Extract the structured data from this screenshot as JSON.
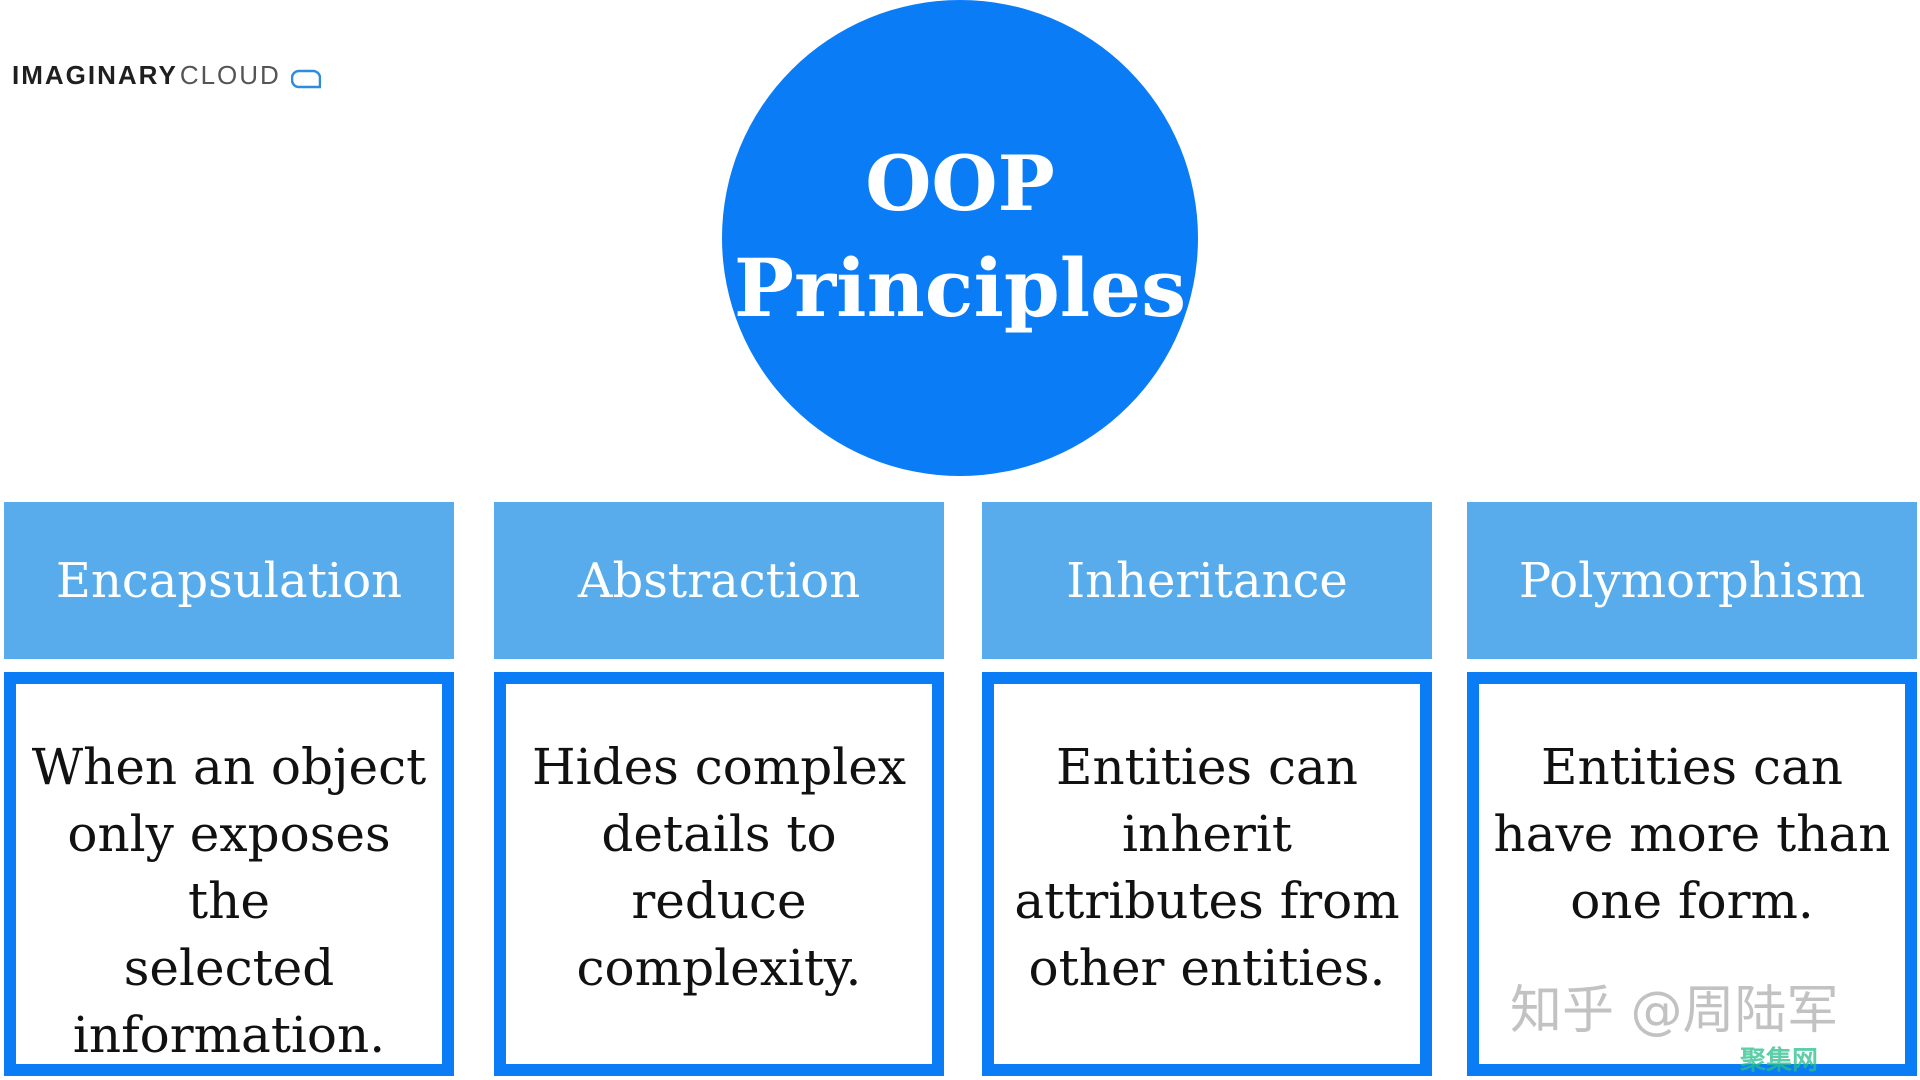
{
  "logo": {
    "brand_bold": "IMAGINARY",
    "brand_light": "CLOUD"
  },
  "center": {
    "line1": "OOP",
    "line2": "Principles"
  },
  "colors": {
    "circle": "#0a7cf6",
    "header": "#58acec",
    "border": "#0a7cf6"
  },
  "principles": [
    {
      "title": "Encapsulation",
      "lines": [
        "When an object",
        "only exposes the",
        "selected",
        "information."
      ]
    },
    {
      "title": "Abstraction",
      "lines": [
        "Hides complex",
        "details to reduce",
        "complexity."
      ]
    },
    {
      "title": "Inheritance",
      "lines": [
        "Entities can",
        "inherit",
        "attributes from",
        "other entities."
      ]
    },
    {
      "title": "Polymorphism",
      "lines": [
        "Entities can",
        "have more than",
        "one form."
      ]
    }
  ],
  "watermark": {
    "main": "知乎 @周陆军",
    "sub": "聚集网"
  }
}
